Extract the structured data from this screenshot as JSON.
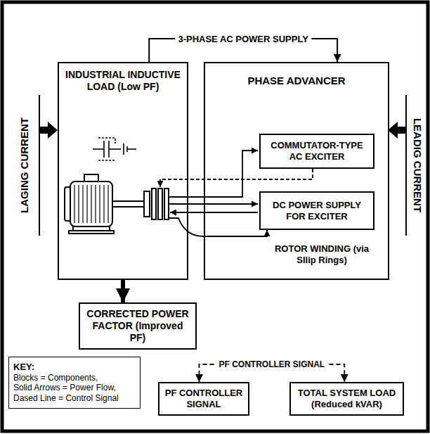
{
  "diagram": {
    "nodes": [
      {
        "text": [
          "INDUSTRIAL INDUCTIVE LOAD (Low PF)"
        ]
      },
      {
        "text": [
          "PHASE ADVANCER",
          "ROTOR WINDING (via Sllip Rings)"
        ]
      },
      {
        "text": [
          "COMMUTATOR-TYPE AC EXCITER"
        ],
        "in": 1
      },
      {
        "text": [
          "DC POWER SUPPLY FOR EXCITER"
        ],
        "in": 1
      },
      {
        "text": [
          "CORRECTED POWER FACTOR (Improved PF)"
        ]
      },
      {
        "text": [
          "KEY:",
          "Blocks = Components,",
          "Solid Arrows = Power Flow,",
          "Dased Line = Control Signal"
        ]
      },
      {
        "text": [
          "PF CONTROLLER SIGNAL"
        ]
      },
      {
        "text": [
          "TOTAL SYSTEM LOAD (Reduced kVAR)"
        ]
      }
    ],
    "edges": [
      {
        "from": 0,
        "to": 1,
        "label": "3-PHASE AC POWER SUPPLY",
        "arrow": "to"
      },
      {
        "from": 0,
        "to": 4,
        "arrow": "to"
      },
      {
        "from": 6,
        "to": 7,
        "label": "PF CONTROLLER SIGNAL",
        "arrow": "both"
      }
    ],
    "labels": [
      "LAGING CURRENT",
      "LEADIG CURRENT"
    ]
  }
}
